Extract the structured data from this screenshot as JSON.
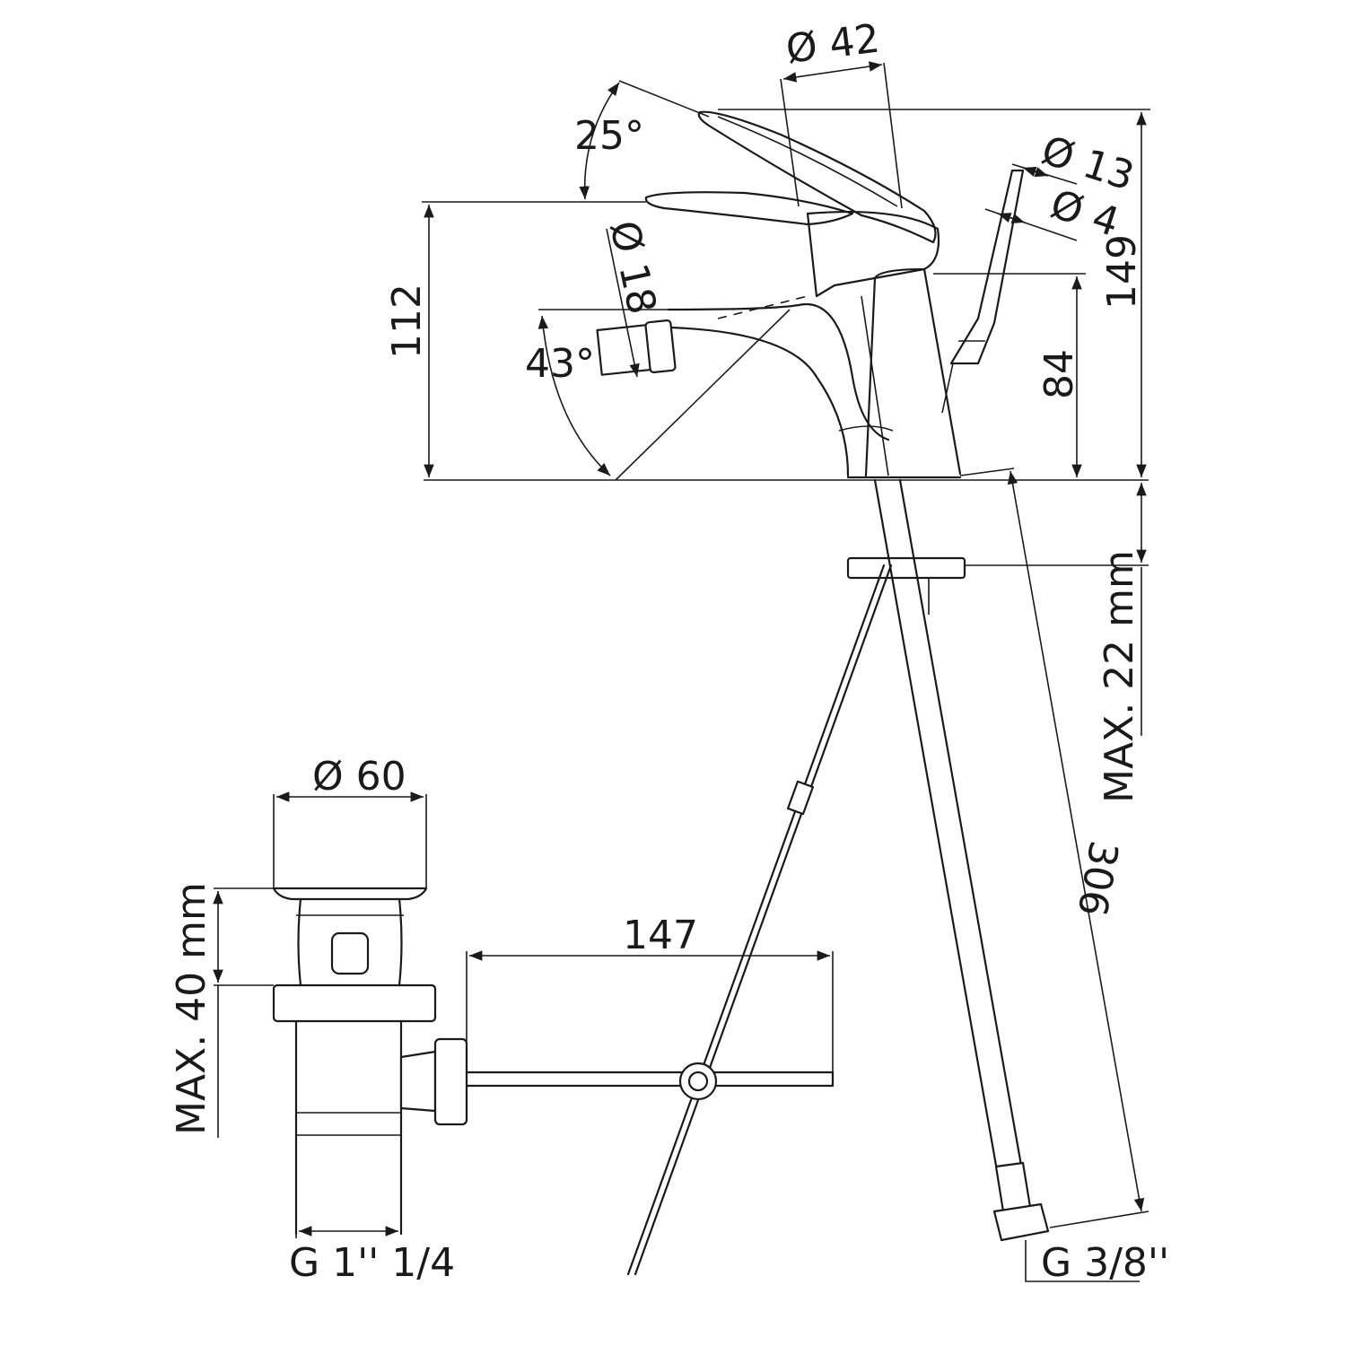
{
  "colors": {
    "line": "#1a1a1a",
    "background": "#ffffff"
  },
  "dimensions": {
    "handle_diameter": "Ø 42",
    "lever_angle": "25°",
    "hose_outer_diameter": "Ø 13",
    "hose_inner_diameter": "Ø 4",
    "aerator_diameter": "Ø 18",
    "total_height": "149",
    "body_height": "112",
    "spout_angle": "43°",
    "spout_height": "84",
    "deck_thickness": "MAX. 22 mm",
    "hose_length": "306",
    "supply_thread": "G 3/8''",
    "waste_diameter": "Ø 60",
    "waste_basin_thickness": "MAX. 40 mm",
    "rod_length": "147",
    "waste_thread": "G 1'' 1/4"
  }
}
